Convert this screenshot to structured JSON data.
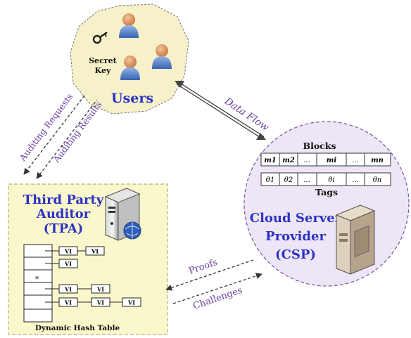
{
  "users": {
    "label": "Users",
    "secret_key_line1": "Secret",
    "secret_key_line2": "Key"
  },
  "tpa": {
    "title_line1": "Third Party",
    "title_line2": "Auditor",
    "title_line3": "(TPA)",
    "table_caption": "Dynamic Hash Table",
    "cell_label": "VI",
    "star_label": "*"
  },
  "csp": {
    "title_line1": "Cloud Server",
    "title_line2": "Provider",
    "title_line3": "(CSP)",
    "blocks_label": "Blocks",
    "tags_label": "Tags",
    "blocks": [
      "m1",
      "m2",
      "...",
      "mi",
      "...",
      "mn"
    ],
    "tags": [
      "θ1",
      "θ2",
      "...",
      "θi",
      "...",
      "θn"
    ]
  },
  "flows": {
    "data_flow": "Data Flow",
    "auditing_requests": "Auditing Requests",
    "auditing_results": "Auditing Results",
    "proofs": "Proofs",
    "challenges": "Challenges"
  },
  "colors": {
    "user_bubble_fill": "#f7f1c9",
    "tpa_box_fill": "#fbf7cc",
    "tpa_box_border": "#c9c17c",
    "csp_bubble_fill": "#eee6f6",
    "csp_bubble_border": "#7a5fa8",
    "title_blue": "#2a33c4",
    "flow_purple": "#6b3fa3",
    "arrow_gray": "#555555"
  }
}
